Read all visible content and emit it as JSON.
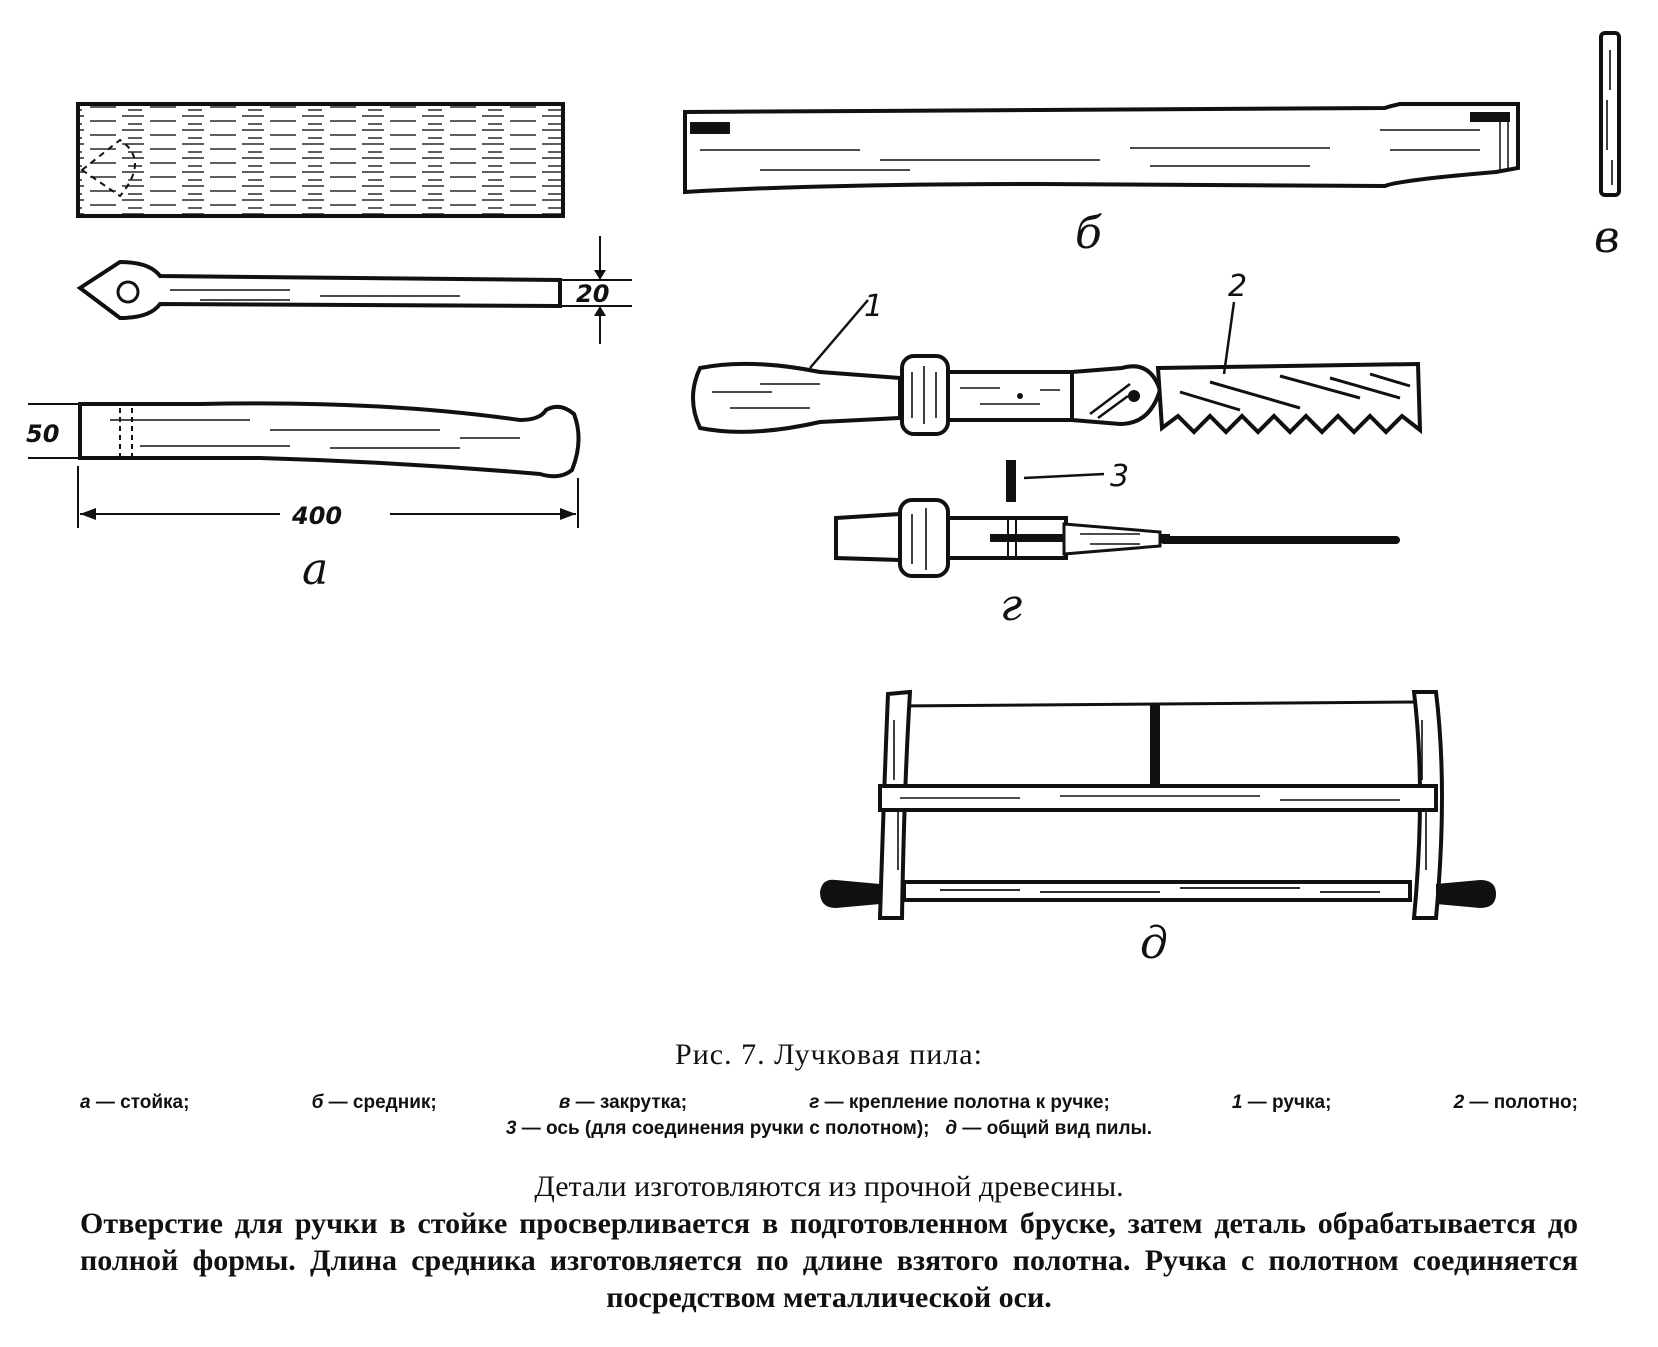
{
  "labels": {
    "a": "а",
    "b": "б",
    "v": "в",
    "g": "г",
    "d": "д"
  },
  "numbers": {
    "n1": "1",
    "n2": "2",
    "n3": "3"
  },
  "dimensions": {
    "width_20": "20",
    "height_50": "50",
    "length_400": "400"
  },
  "caption": "Рис. 7. Лучковая пила:",
  "legend": {
    "items": [
      {
        "key": "а",
        "text": "— стойка;"
      },
      {
        "key": "б",
        "text": "— средник;"
      },
      {
        "key": "в",
        "text": "— закрутка;"
      },
      {
        "key": "г",
        "text": "— крепление полотна к ручке;"
      },
      {
        "key": "1",
        "text": "— ручка;"
      },
      {
        "key": "2",
        "text": "— полотно;"
      }
    ],
    "line2": [
      {
        "key": "3",
        "text": "— ось (для соединения ручки с полотном);"
      },
      {
        "key": "д",
        "text": "— общий вид пилы."
      }
    ]
  },
  "body": {
    "p1": "Детали изготовляются из прочной древесины.",
    "p2": "Отверстие для ручки в стойке просверливается в подготовленном бруске, затем деталь обрабатывается до полной формы. Длина средника изготовляется по длине взятого полотна. Ручка с полотном соединяется посредством металлической оси."
  }
}
